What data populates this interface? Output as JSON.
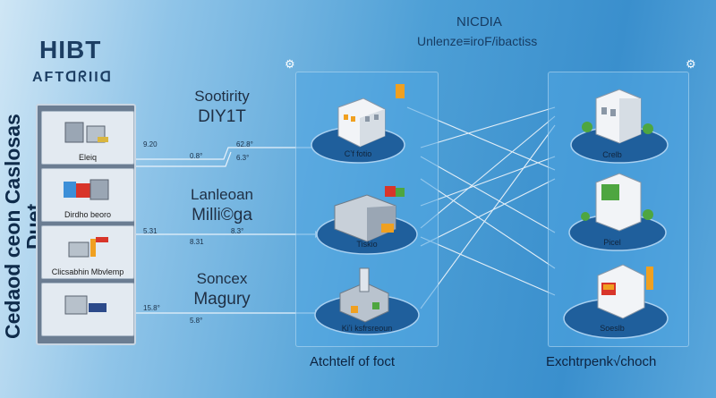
{
  "header": {
    "title": "HIBT",
    "subtitle": "AFTᗡᖇIIᗡ",
    "right_top": "NICDIA",
    "right_sub": "Unlenze≡iroF/ibactiss"
  },
  "vertical_label": "Cedaod ceon Caslosas Duet",
  "left_panel": {
    "items": [
      {
        "label": "Eleiq"
      },
      {
        "label": "Dirdho beoro"
      },
      {
        "label": "Clicsabhin Mbvlemp"
      },
      {
        "label": ""
      }
    ]
  },
  "middle": {
    "groups": [
      {
        "line1": "Sootirity",
        "line2": "DIY1T"
      },
      {
        "line1": "Lanleoan",
        "line2": "Milli©ga"
      },
      {
        "line1": "Soncex",
        "line2": "Magury"
      }
    ],
    "small_labels": [
      "9.20",
      "62.8°",
      "0.8°",
      "6.3°",
      "5.31",
      "8.31",
      "8.3°",
      "15.8°",
      "5.8°"
    ]
  },
  "left_column": {
    "discs": [
      {
        "label": "Cʼf fotio"
      },
      {
        "label": "Tiskio"
      },
      {
        "label": "Kiʼi ksfrsreoun"
      }
    ],
    "caption": "Atchtelf of foct"
  },
  "right_column": {
    "discs": [
      {
        "label": "Crelb"
      },
      {
        "label": "Picel"
      },
      {
        "label": "Soeslb"
      }
    ],
    "caption": "Exchtrpenk√choch"
  },
  "colors": {
    "panel_blue": "#3f97d8",
    "disc_blue": "#1f5f9c",
    "line_white": "#ffffff",
    "accent_orange": "#f0a020",
    "accent_green": "#4ea640",
    "accent_red": "#d8352a"
  },
  "icons": [
    "settings-icon",
    "settings-icon",
    "server-icon",
    "building-icon",
    "factory-icon",
    "office-icon"
  ]
}
